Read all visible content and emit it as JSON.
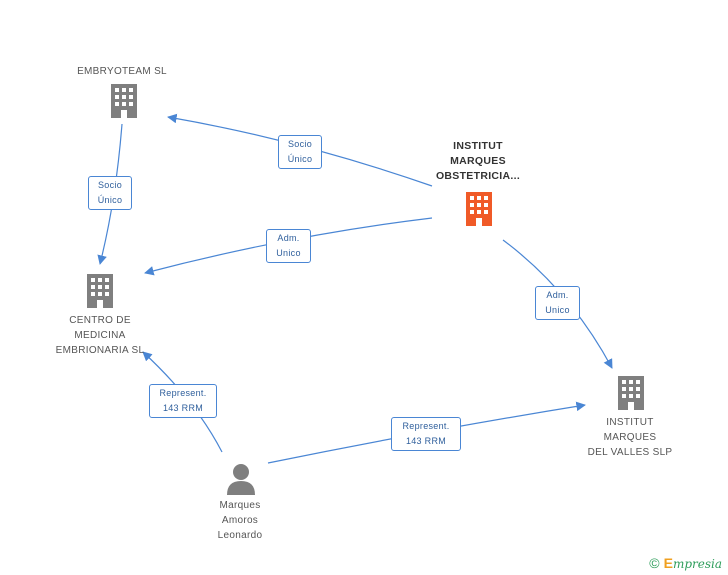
{
  "colors": {
    "edge": "#4a86d4",
    "company": "#7f7f7f",
    "main_company": "#f05a28",
    "person": "#7f7f7f"
  },
  "nodes": {
    "embryoteam": {
      "label": "EMBRYOTEAM SL",
      "icon": "building-icon"
    },
    "institut_obstetricia": {
      "label": "INSTITUT\nMARQUES\nOBSTETRICIA...",
      "icon": "building-icon"
    },
    "centro_medicina": {
      "label": "CENTRO DE\nMEDICINA\nEMBRIONARIA SL",
      "icon": "building-icon"
    },
    "institut_valles": {
      "label": "INSTITUT\nMARQUES\nDEL VALLES SLP",
      "icon": "building-icon"
    },
    "person": {
      "label": "Marques\nAmoros\nLeonardo",
      "icon": "person-icon"
    }
  },
  "edges": {
    "socio_unico_1": "Socio\nÚnico",
    "socio_unico_2": "Socio\nÚnico",
    "adm_unico_1": "Adm.\nUnico",
    "adm_unico_2": "Adm.\nUnico",
    "represent_1": "Represent.\n143 RRM",
    "represent_2": "Represent.\n143 RRM"
  },
  "footer": {
    "copyright": "©",
    "brand_initial": "E",
    "brand_rest": "mpresia"
  }
}
